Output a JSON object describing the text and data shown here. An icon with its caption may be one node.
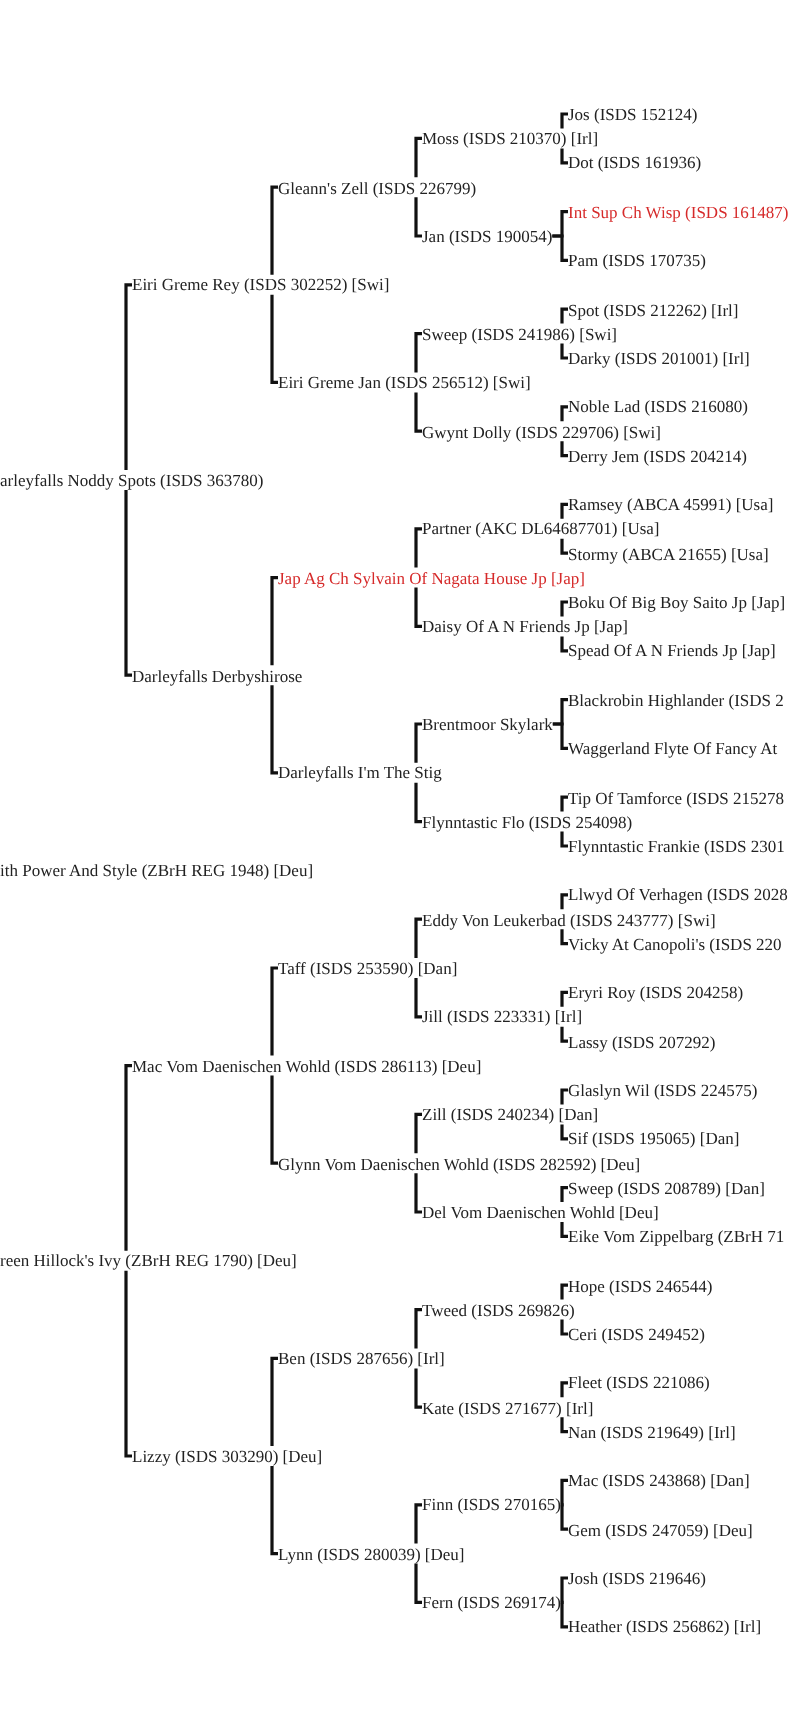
{
  "diagram": {
    "nodes": [
      {
        "text": [
          "Jos (ISDS 152124)"
        ]
      },
      {
        "text": [
          "Moss (ISDS 210370) [Irl]"
        ]
      },
      {
        "text": [
          "Dot (ISDS 161936)"
        ]
      },
      {
        "text": [
          "Gleann's Zell (ISDS 226799)"
        ]
      },
      {
        "text": [
          "Int Sup Ch Wisp (ISDS 161487)"
        ]
      },
      {
        "text": [
          "Jan (ISDS 190054)"
        ]
      },
      {
        "text": [
          "Pam (ISDS 170735)"
        ]
      },
      {
        "text": [
          "Eiri Greme Rey (ISDS 302252) [Swi]"
        ]
      },
      {
        "text": [
          "Spot (ISDS 212262) [Irl]"
        ]
      },
      {
        "text": [
          "Sweep (ISDS 241986) [Swi]"
        ]
      },
      {
        "text": [
          "Darky (ISDS 201001) [Irl]"
        ]
      },
      {
        "text": [
          "Eiri Greme Jan (ISDS 256512) [Swi]"
        ]
      },
      {
        "text": [
          "Noble Lad (ISDS 216080)"
        ]
      },
      {
        "text": [
          "Gwynt Dolly (ISDS 229706) [Swi]"
        ]
      },
      {
        "text": [
          "Derry Jem (ISDS 204214)"
        ]
      },
      {
        "text": [
          "arleyfalls Noddy Spots (ISDS 363780)"
        ]
      },
      {
        "text": [
          "Ramsey (ABCA 45991) [Usa]"
        ]
      },
      {
        "text": [
          "Partner (AKC DL64687701) [Usa]"
        ]
      },
      {
        "text": [
          "Stormy (ABCA 21655) [Usa]"
        ]
      },
      {
        "text": [
          "Jap Ag Ch Sylvain Of Nagata House Jp [Jap]"
        ]
      },
      {
        "text": [
          "Boku Of Big Boy Saito Jp [Jap]"
        ]
      },
      {
        "text": [
          "Daisy Of A N Friends Jp [Jap]"
        ]
      },
      {
        "text": [
          "Spead Of A N Friends Jp [Jap]"
        ]
      },
      {
        "text": [
          "Darleyfalls Derbyshirose"
        ]
      },
      {
        "text": [
          "Blackrobin Highlander (ISDS 2"
        ]
      },
      {
        "text": [
          "Brentmoor Skylark"
        ]
      },
      {
        "text": [
          "Waggerland Flyte Of Fancy At"
        ]
      },
      {
        "text": [
          "Darleyfalls I'm The Stig"
        ]
      },
      {
        "text": [
          "Tip Of Tamforce (ISDS 215278"
        ]
      },
      {
        "text": [
          "Flynntastic Flo (ISDS 254098)"
        ]
      },
      {
        "text": [
          "Flynntastic Frankie (ISDS 2301"
        ]
      },
      {
        "text": [
          "ith Power And Style (ZBrH REG 1948) [Deu]"
        ]
      },
      {
        "text": [
          "Llwyd Of Verhagen (ISDS 2028"
        ]
      },
      {
        "text": [
          "Eddy Von Leukerbad (ISDS 243777) [Swi]"
        ]
      },
      {
        "text": [
          "Vicky At Canopoli's (ISDS 220"
        ]
      },
      {
        "text": [
          "Taff (ISDS 253590) [Dan]"
        ]
      },
      {
        "text": [
          "Eryri Roy (ISDS 204258)"
        ]
      },
      {
        "text": [
          "Jill (ISDS 223331) [Irl]"
        ]
      },
      {
        "text": [
          "Lassy (ISDS 207292)"
        ]
      },
      {
        "text": [
          "Mac Vom Daenischen Wohld (ISDS 286113) [Deu]"
        ]
      },
      {
        "text": [
          "Glaslyn Wil (ISDS 224575)"
        ]
      },
      {
        "text": [
          "Zill (ISDS 240234) [Dan]"
        ]
      },
      {
        "text": [
          "Sif (ISDS 195065) [Dan]"
        ]
      },
      {
        "text": [
          "Glynn Vom Daenischen Wohld (ISDS 282592) [Deu]"
        ]
      },
      {
        "text": [
          "Sweep (ISDS 208789) [Dan]"
        ]
      },
      {
        "text": [
          "Del Vom Daenischen Wohld [Deu]"
        ]
      },
      {
        "text": [
          "Eike Vom Zippelbarg (ZBrH 71"
        ]
      },
      {
        "text": [
          "reen Hillock's Ivy (ZBrH REG 1790) [Deu]"
        ]
      },
      {
        "text": [
          "Hope (ISDS 246544)"
        ]
      },
      {
        "text": [
          "Tweed (ISDS 269826)"
        ]
      },
      {
        "text": [
          "Ceri (ISDS 249452)"
        ]
      },
      {
        "text": [
          "Ben (ISDS 287656) [Irl]"
        ]
      },
      {
        "text": [
          "Fleet (ISDS 221086)"
        ]
      },
      {
        "text": [
          "Kate (ISDS 271677) [Irl]"
        ]
      },
      {
        "text": [
          "Nan (ISDS 219649) [Irl]"
        ]
      },
      {
        "text": [
          "Lizzy (ISDS 303290) [Deu]"
        ]
      },
      {
        "text": [
          "Mac (ISDS 243868) [Dan]"
        ]
      },
      {
        "text": [
          "Finn (ISDS 270165)"
        ]
      },
      {
        "text": [
          "Gem (ISDS 247059) [Deu]"
        ]
      },
      {
        "text": [
          "Lynn (ISDS 280039) [Deu]"
        ]
      },
      {
        "text": [
          "Josh (ISDS 219646)"
        ]
      },
      {
        "text": [
          "Fern (ISDS 269174)"
        ]
      },
      {
        "text": [
          "Heather (ISDS 256862) [Irl]"
        ]
      }
    ],
    "edges": [
      {
        "from": 1,
        "to": 0,
        "arrow": "none"
      },
      {
        "from": 1,
        "to": 2,
        "arrow": "none"
      },
      {
        "from": 3,
        "to": 1,
        "arrow": "none"
      },
      {
        "from": 3,
        "to": 5,
        "arrow": "none"
      },
      {
        "from": 5,
        "to": 4,
        "arrow": "none"
      },
      {
        "from": 5,
        "to": 6,
        "arrow": "none"
      },
      {
        "from": 7,
        "to": 3,
        "arrow": "none"
      },
      {
        "from": 7,
        "to": 11,
        "arrow": "none"
      },
      {
        "from": 9,
        "to": 8,
        "arrow": "none"
      },
      {
        "from": 9,
        "to": 10,
        "arrow": "none"
      },
      {
        "from": 11,
        "to": 9,
        "arrow": "none"
      },
      {
        "from": 11,
        "to": 13,
        "arrow": "none"
      },
      {
        "from": 13,
        "to": 12,
        "arrow": "none"
      },
      {
        "from": 13,
        "to": 14,
        "arrow": "none"
      },
      {
        "from": 15,
        "to": 7,
        "arrow": "none"
      },
      {
        "from": 15,
        "to": 23,
        "arrow": "none"
      },
      {
        "from": 17,
        "to": 16,
        "arrow": "none"
      },
      {
        "from": 17,
        "to": 18,
        "arrow": "none"
      },
      {
        "from": 19,
        "to": 17,
        "arrow": "none"
      },
      {
        "from": 19,
        "to": 21,
        "arrow": "none"
      },
      {
        "from": 21,
        "to": 20,
        "arrow": "none"
      },
      {
        "from": 21,
        "to": 22,
        "arrow": "none"
      },
      {
        "from": 23,
        "to": 19,
        "arrow": "none"
      },
      {
        "from": 23,
        "to": 27,
        "arrow": "none"
      },
      {
        "from": 25,
        "to": 24,
        "arrow": "none"
      },
      {
        "from": 25,
        "to": 26,
        "arrow": "none"
      },
      {
        "from": 27,
        "to": 25,
        "arrow": "none"
      },
      {
        "from": 27,
        "to": 29,
        "arrow": "none"
      },
      {
        "from": 29,
        "to": 28,
        "arrow": "none"
      },
      {
        "from": 29,
        "to": 30,
        "arrow": "none"
      },
      {
        "from": 33,
        "to": 32,
        "arrow": "none"
      },
      {
        "from": 33,
        "to": 34,
        "arrow": "none"
      },
      {
        "from": 35,
        "to": 33,
        "arrow": "none"
      },
      {
        "from": 35,
        "to": 37,
        "arrow": "none"
      },
      {
        "from": 37,
        "to": 36,
        "arrow": "none"
      },
      {
        "from": 37,
        "to": 38,
        "arrow": "none"
      },
      {
        "from": 39,
        "to": 35,
        "arrow": "none"
      },
      {
        "from": 39,
        "to": 43,
        "arrow": "none"
      },
      {
        "from": 41,
        "to": 40,
        "arrow": "none"
      },
      {
        "from": 41,
        "to": 42,
        "arrow": "none"
      },
      {
        "from": 43,
        "to": 41,
        "arrow": "none"
      },
      {
        "from": 43,
        "to": 45,
        "arrow": "none"
      },
      {
        "from": 45,
        "to": 44,
        "arrow": "none"
      },
      {
        "from": 45,
        "to": 46,
        "arrow": "none"
      },
      {
        "from": 47,
        "to": 39,
        "arrow": "none"
      },
      {
        "from": 47,
        "to": 55,
        "arrow": "none"
      },
      {
        "from": 49,
        "to": 48,
        "arrow": "none"
      },
      {
        "from": 49,
        "to": 50,
        "arrow": "none"
      },
      {
        "from": 51,
        "to": 49,
        "arrow": "none"
      },
      {
        "from": 51,
        "to": 53,
        "arrow": "none"
      },
      {
        "from": 53,
        "to": 52,
        "arrow": "none"
      },
      {
        "from": 53,
        "to": 54,
        "arrow": "none"
      },
      {
        "from": 55,
        "to": 51,
        "arrow": "none"
      },
      {
        "from": 55,
        "to": 59,
        "arrow": "none"
      },
      {
        "from": 57,
        "to": 56,
        "arrow": "none"
      },
      {
        "from": 57,
        "to": 58,
        "arrow": "none"
      },
      {
        "from": 59,
        "to": 57,
        "arrow": "none"
      },
      {
        "from": 59,
        "to": 61,
        "arrow": "none"
      },
      {
        "from": 61,
        "to": 60,
        "arrow": "none"
      },
      {
        "from": 61,
        "to": 62,
        "arrow": "none"
      }
    ]
  }
}
